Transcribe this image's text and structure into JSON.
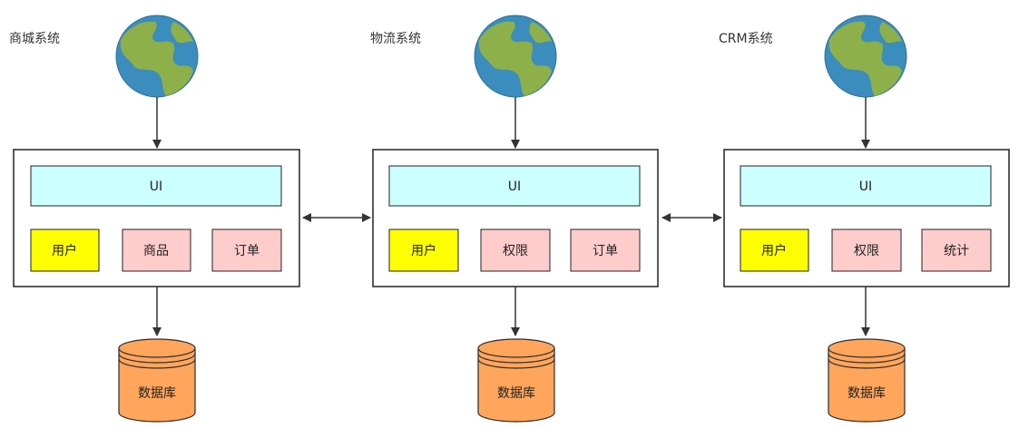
{
  "systems": [
    {
      "title": "商城系统",
      "ui": "UI",
      "modules": [
        {
          "label": "用户",
          "color": "#ffff00"
        },
        {
          "label": "商品",
          "color": "#ffcccc"
        },
        {
          "label": "订单",
          "color": "#ffcccc"
        }
      ],
      "db": "数据库"
    },
    {
      "title": "物流系统",
      "ui": "UI",
      "modules": [
        {
          "label": "用户",
          "color": "#ffff00"
        },
        {
          "label": "权限",
          "color": "#ffcccc"
        },
        {
          "label": "订单",
          "color": "#ffcccc"
        }
      ],
      "db": "数据库"
    },
    {
      "title": "CRM系统",
      "ui": "UI",
      "modules": [
        {
          "label": "用户",
          "color": "#ffff00"
        },
        {
          "label": "权限",
          "color": "#ffcccc"
        },
        {
          "label": "统计",
          "color": "#ffcccc"
        }
      ],
      "db": "数据库"
    }
  ],
  "colors": {
    "ui_fill": "#ccffff",
    "db_fill": "#ffa65c",
    "db_stroke": "#2b2b2b",
    "globe_ocean": "#3b8dbd",
    "globe_land": "#8db04a",
    "line": "#333333"
  },
  "icons": {
    "globe": "globe-icon",
    "database": "database-icon"
  }
}
